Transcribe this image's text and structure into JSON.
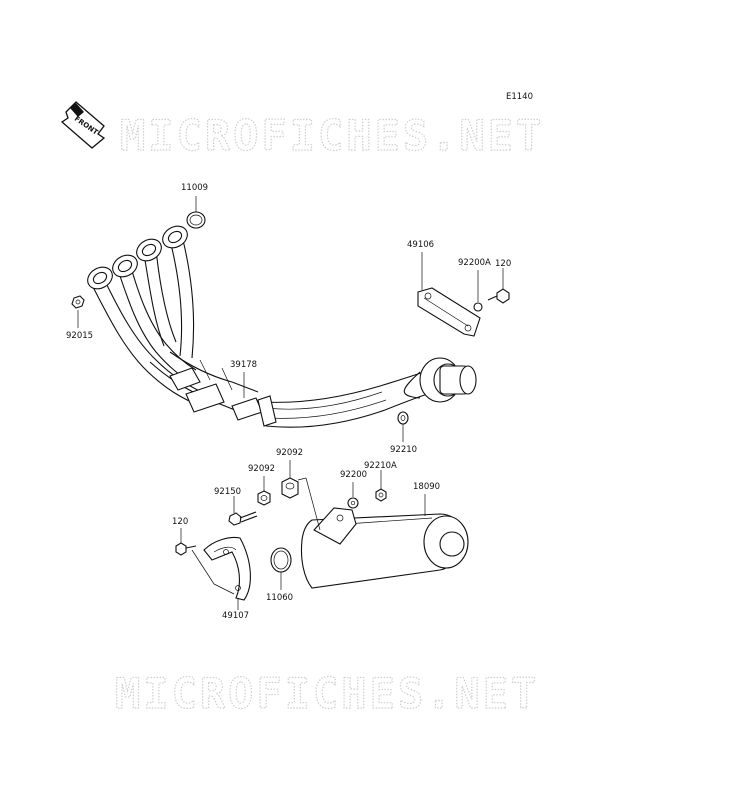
{
  "diagram": {
    "diagram_id": "E1140",
    "front_label": "FRONT",
    "watermark_top": "MICROFICHES.NET",
    "watermark_bottom": "MICROFICHES.NET",
    "parts": {
      "p11009": "11009",
      "p92015": "92015",
      "p39178": "39178",
      "p49106": "49106",
      "p92200A": "92200A",
      "p120_top": "120",
      "p92210": "92210",
      "p92092_a": "92092",
      "p92092_b": "92092",
      "p92200": "92200",
      "p92210A": "92210A",
      "p18090": "18090",
      "p92150": "92150",
      "p120_bottom": "120",
      "p11060": "11060",
      "p49107": "49107"
    }
  }
}
